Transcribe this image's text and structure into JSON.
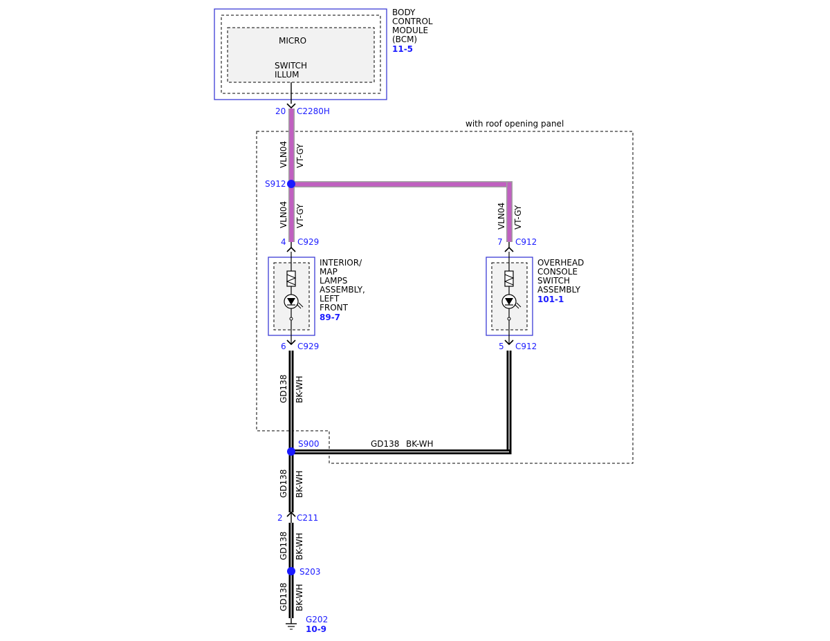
{
  "bcm": {
    "name_lines": [
      "BODY",
      "CONTROL",
      "MODULE",
      "(BCM)"
    ],
    "ref": "11-5",
    "micro": "MICRO",
    "switch_lines": [
      "SWITCH",
      "ILLUM"
    ]
  },
  "roof_panel_label": "with roof opening panel",
  "connectors": {
    "c2280h": {
      "pin": "20",
      "name": "C2280H"
    },
    "c929_top": {
      "pin": "4",
      "name": "C929"
    },
    "c929_bot": {
      "pin": "6",
      "name": "C929"
    },
    "c912_top": {
      "pin": "7",
      "name": "C912"
    },
    "c912_bot": {
      "pin": "5",
      "name": "C912"
    },
    "c211": {
      "pin": "2",
      "name": "C211"
    }
  },
  "splices": {
    "s912": "S912",
    "s900": "S900",
    "s203": "S203"
  },
  "wires": {
    "vln04": {
      "circuit": "VLN04",
      "color": "VT-GY"
    },
    "gd138": {
      "circuit": "GD138",
      "color": "BK-WH"
    }
  },
  "interior_lamp": {
    "name_lines": [
      "INTERIOR/",
      "MAP",
      "LAMPS",
      "ASSEMBLY,",
      "LEFT",
      "FRONT"
    ],
    "ref": "89-7"
  },
  "overhead_console": {
    "name_lines": [
      "OVERHEAD",
      "CONSOLE",
      "SWITCH",
      "ASSEMBLY"
    ],
    "ref": "101-1"
  },
  "ground": {
    "name": "G202",
    "ref": "10-9"
  },
  "colors": {
    "violet_wire": "#c060c0",
    "grey_wire": "#a0a0a0",
    "black_wire": "#000000",
    "accent_blue": "#1a1aff",
    "splice_dot": "#1a1aff"
  }
}
